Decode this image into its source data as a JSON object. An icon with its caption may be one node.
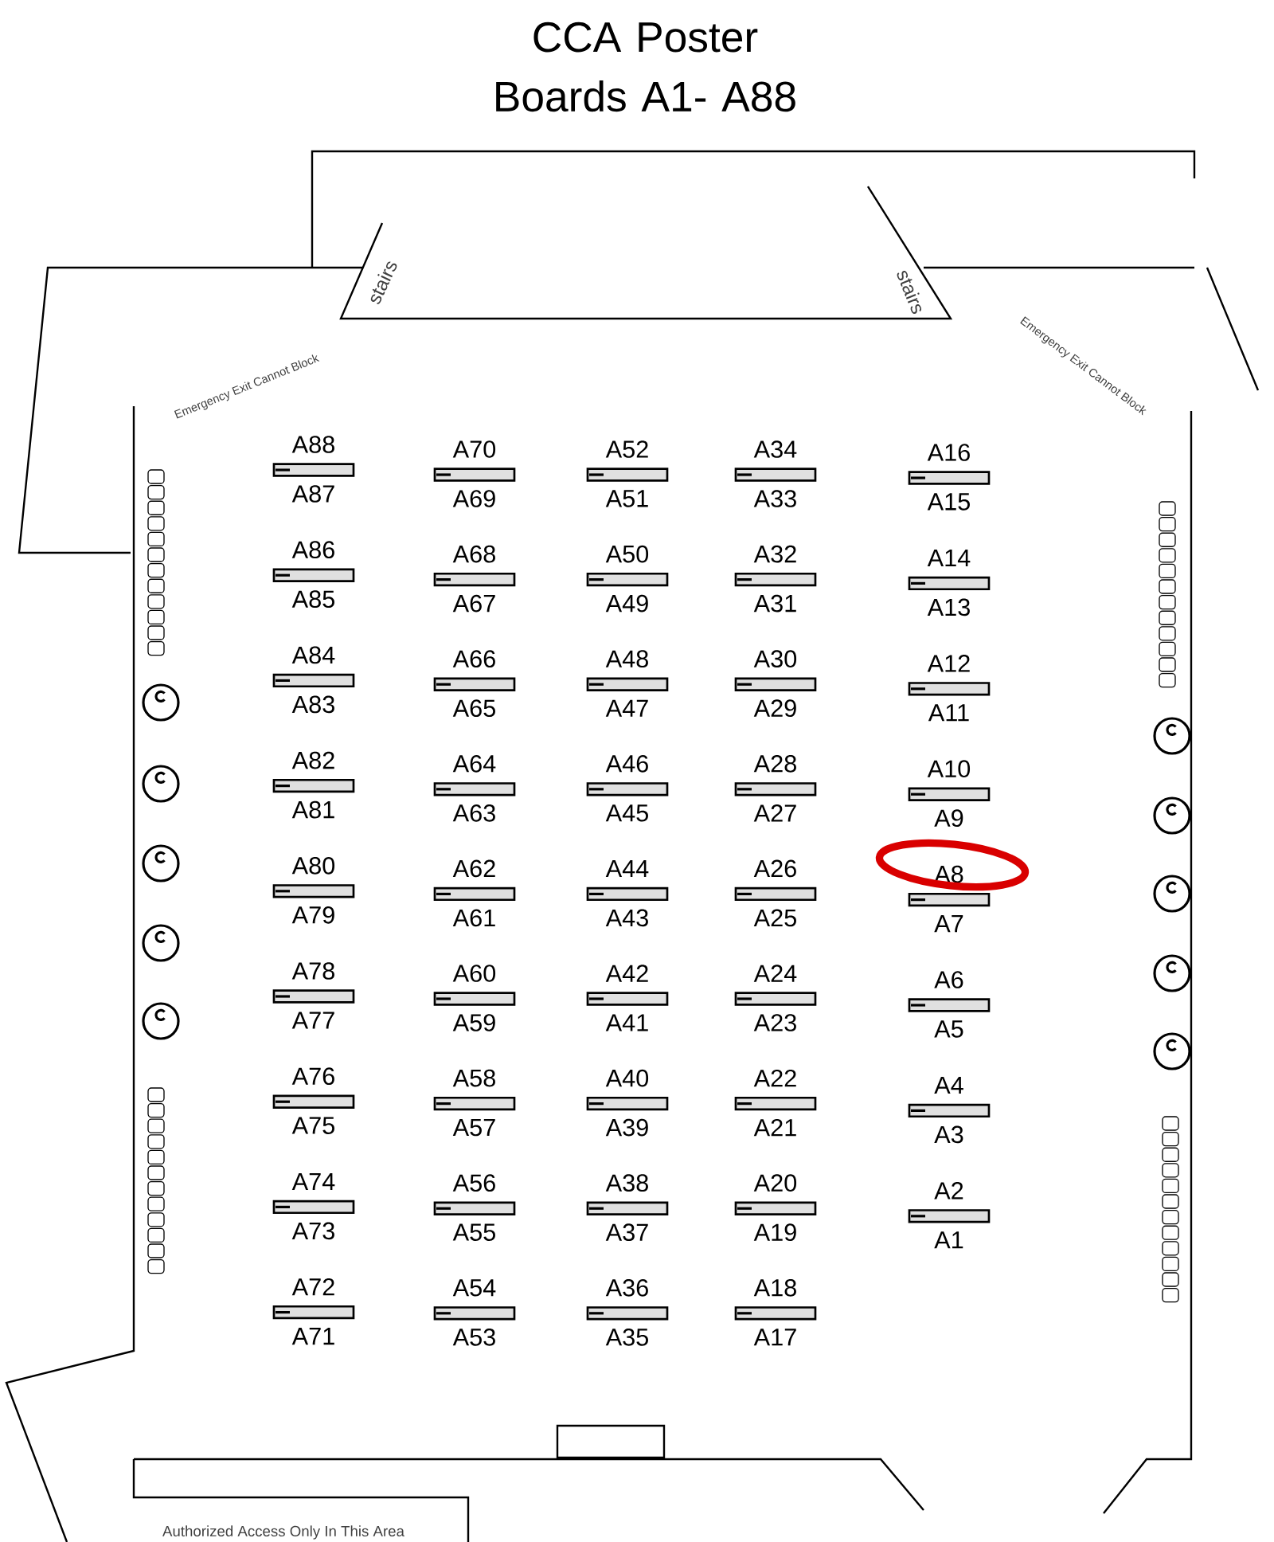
{
  "diagram": {
    "title": "CCA Poster Boards A1- A88",
    "nodes": [
      {
        "text": [],
        "shape": "bar",
        "beside": [
          "A88",
          "A87"
        ]
      },
      {
        "text": [],
        "shape": "bar",
        "beside": [
          "A86",
          "A85"
        ]
      },
      {
        "text": [],
        "shape": "bar",
        "beside": [
          "A84",
          "A83"
        ]
      },
      {
        "text": [],
        "shape": "bar",
        "beside": [
          "A82",
          "A81"
        ]
      },
      {
        "text": [],
        "shape": "bar",
        "beside": [
          "A80",
          "A79"
        ]
      },
      {
        "text": [],
        "shape": "bar",
        "beside": [
          "A78",
          "A77"
        ]
      },
      {
        "text": [],
        "shape": "bar",
        "beside": [
          "A76",
          "A75"
        ]
      },
      {
        "text": [],
        "shape": "bar",
        "beside": [
          "A74",
          "A73"
        ]
      },
      {
        "text": [],
        "shape": "bar",
        "beside": [
          "A72",
          "A71"
        ]
      },
      {
        "text": [],
        "shape": "bar",
        "beside": [
          "A70",
          "A69"
        ]
      },
      {
        "text": [],
        "shape": "bar",
        "beside": [
          "A68",
          "A67"
        ]
      },
      {
        "text": [],
        "shape": "bar",
        "beside": [
          "A66",
          "A65"
        ]
      },
      {
        "text": [],
        "shape": "bar",
        "beside": [
          "A64",
          "A63"
        ]
      },
      {
        "text": [],
        "shape": "bar",
        "beside": [
          "A62",
          "A61"
        ]
      },
      {
        "text": [],
        "shape": "bar",
        "beside": [
          "A60",
          "A59"
        ]
      },
      {
        "text": [],
        "shape": "bar",
        "beside": [
          "A58",
          "A57"
        ]
      },
      {
        "text": [],
        "shape": "bar",
        "beside": [
          "A56",
          "A55"
        ]
      },
      {
        "text": [],
        "shape": "bar",
        "beside": [
          "A54",
          "A53"
        ]
      },
      {
        "text": [],
        "shape": "bar",
        "beside": [
          "A52",
          "A51"
        ]
      },
      {
        "text": [],
        "shape": "bar",
        "beside": [
          "A50",
          "A49"
        ]
      },
      {
        "text": [],
        "shape": "bar",
        "beside": [
          "A48",
          "A47"
        ]
      },
      {
        "text": [],
        "shape": "bar",
        "beside": [
          "A46",
          "A45"
        ]
      },
      {
        "text": [],
        "shape": "bar",
        "beside": [
          "A44",
          "A43"
        ]
      },
      {
        "text": [],
        "shape": "bar",
        "beside": [
          "A42",
          "A41"
        ]
      },
      {
        "text": [],
        "shape": "bar",
        "beside": [
          "A40",
          "A39"
        ]
      },
      {
        "text": [],
        "shape": "bar",
        "beside": [
          "A38",
          "A37"
        ]
      },
      {
        "text": [],
        "shape": "bar",
        "beside": [
          "A36",
          "A35"
        ]
      },
      {
        "text": [],
        "shape": "bar",
        "beside": [
          "A34",
          "A33"
        ]
      },
      {
        "text": [],
        "shape": "bar",
        "beside": [
          "A32",
          "A31"
        ]
      },
      {
        "text": [],
        "shape": "bar",
        "beside": [
          "A30",
          "A29"
        ]
      },
      {
        "text": [],
        "shape": "bar",
        "beside": [
          "A28",
          "A27"
        ]
      },
      {
        "text": [],
        "shape": "bar",
        "beside": [
          "A26",
          "A25"
        ]
      },
      {
        "text": [],
        "shape": "bar",
        "beside": [
          "A24",
          "A23"
        ]
      },
      {
        "text": [],
        "shape": "bar",
        "beside": [
          "A22",
          "A21"
        ]
      },
      {
        "text": [],
        "shape": "bar",
        "beside": [
          "A20",
          "A19"
        ]
      },
      {
        "text": [],
        "shape": "bar",
        "beside": [
          "A18",
          "A17"
        ]
      },
      {
        "text": [],
        "shape": "bar",
        "beside": [
          "A16",
          "A15"
        ]
      },
      {
        "text": [],
        "shape": "bar",
        "beside": [
          "A14",
          "A13"
        ]
      },
      {
        "text": [],
        "shape": "bar",
        "beside": [
          "A12",
          "A11"
        ]
      },
      {
        "text": [],
        "shape": "bar",
        "beside": [
          "A10",
          "A9"
        ]
      },
      {
        "text": [],
        "shape": "bar",
        "beside": [
          "A8",
          "A7"
        ]
      },
      {
        "text": [],
        "shape": "bar",
        "beside": [
          "A6",
          "A5"
        ]
      },
      {
        "text": [],
        "shape": "bar",
        "beside": [
          "A4",
          "A3"
        ]
      },
      {
        "text": [],
        "shape": "bar",
        "beside": [
          "A2",
          "A1"
        ]
      }
    ],
    "labels": [
      "stairs",
      "stairs",
      "Emergency Exit Cannot Block",
      "Emergency Exit Cannot Block",
      "Authorized Access Only In This Area"
    ]
  }
}
